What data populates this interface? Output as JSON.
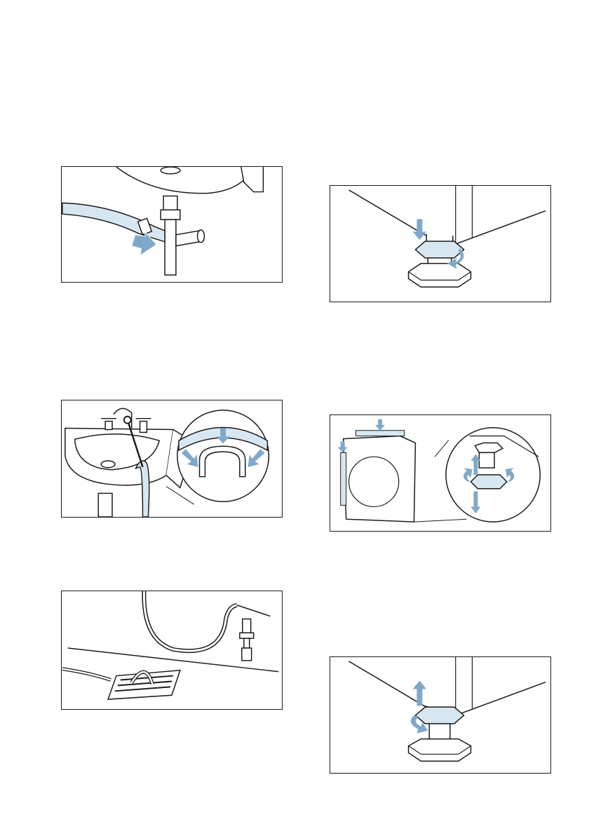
{
  "page": {
    "text": ""
  },
  "figures": [
    {
      "id": "sink-trap",
      "icon": "drain-hose-to-sink-siphon-illustration"
    },
    {
      "id": "basin-hook",
      "icon": "drain-hose-over-washbasin-illustration"
    },
    {
      "id": "floor-drain",
      "icon": "drain-hose-to-floor-drain-illustration"
    },
    {
      "id": "foot-lock",
      "icon": "appliance-foot-lock-nut-illustration"
    },
    {
      "id": "level",
      "icon": "spirit-level-and-foot-adjustment-illustration"
    },
    {
      "id": "foot-adjust",
      "icon": "appliance-foot-height-adjust-illustration"
    }
  ],
  "colors": {
    "arrow": "#7fa8c9",
    "line": "#1a1a1a",
    "hose": "#d7e7f2"
  }
}
